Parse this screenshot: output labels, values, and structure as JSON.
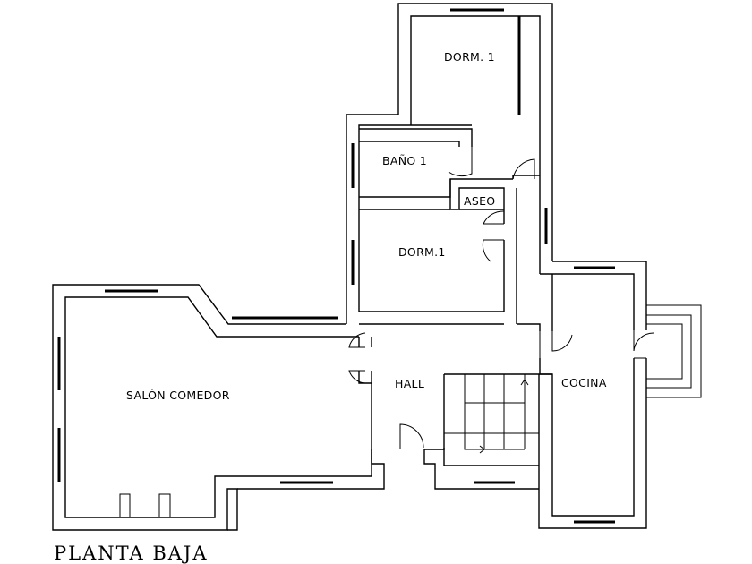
{
  "plan": {
    "title": "PLANTA BAJA",
    "rooms": {
      "dorm1_top": "DORM. 1",
      "bano1": "BAÑO 1",
      "aseo": "ASEO",
      "dorm1_mid": "DORM.1",
      "salon": "SALÓN COMEDOR",
      "hall": "HALL",
      "cocina": "COCINA"
    }
  }
}
